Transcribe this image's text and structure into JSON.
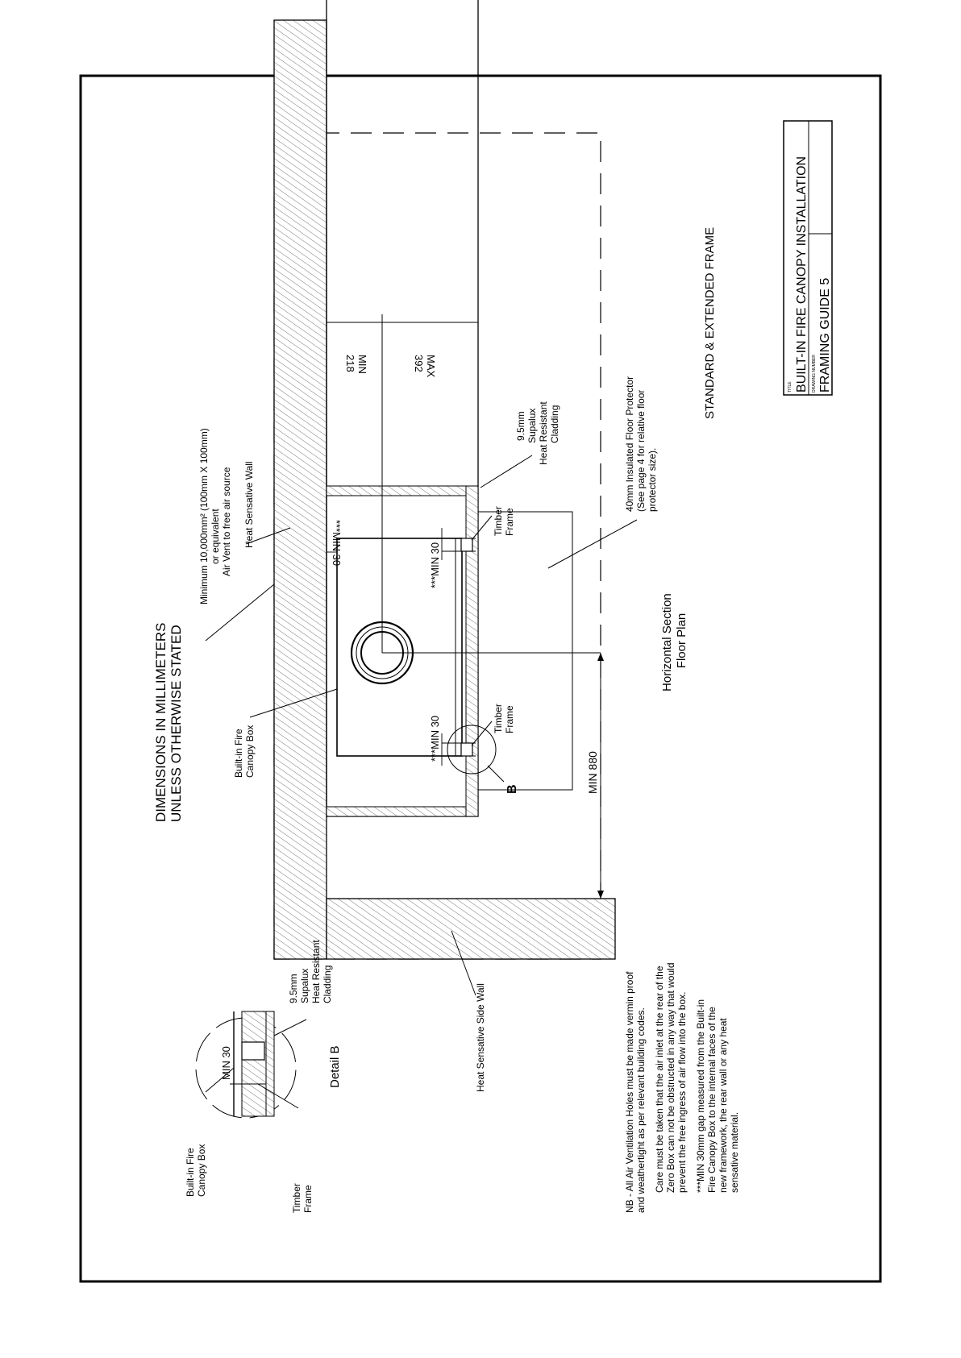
{
  "header": {
    "title": [
      "DIMENSIONS IN MILLIMETERS",
      "UNLESS OTHERWISE STATED"
    ]
  },
  "view": {
    "name": [
      "Horizontal Section",
      "Floor Plan"
    ],
    "frame_type": "STANDARD & EXTENDED FRAME"
  },
  "labels": {
    "canopy_box": [
      "Built-in Fire",
      "Canopy Box"
    ],
    "air_vent": [
      "Minimum 10,000mm² (100mm X 100mm)",
      "or equivalent",
      "Air Vent to free air source"
    ],
    "heat_wall": "Heat Sensative Wall",
    "timber_frame": [
      "Timber",
      "Frame"
    ],
    "cladding": [
      "9.5mm",
      "Supalux",
      "Heat Resistant",
      "Cladding"
    ],
    "floor_protector": [
      "40mm Insulated Floor Protector",
      "(See page 4 for relative floor",
      "protector size)."
    ],
    "side_wall": "Heat Sensative Side Wall",
    "detail_marker": "B"
  },
  "dimensions": {
    "min30_starred": "***MIN 30",
    "min30": "MIN 30",
    "min880": "MIN  880",
    "d218": [
      "218",
      "MIN"
    ],
    "d392": [
      "392",
      "MAX"
    ]
  },
  "detail_b": {
    "title": "Detail B",
    "canopy_box": [
      "Built-in Fire",
      "Canopy Box"
    ],
    "timber_frame": [
      "Timber",
      "Frame"
    ],
    "cladding": [
      "9.5mm",
      "Supalux",
      "Heat Resistant",
      "Cladding"
    ],
    "min30": "MIN 30"
  },
  "notes": [
    [
      "NB - All Air Ventilation Holes must be made vermin proof",
      "       and weathertight as per relevant building codes."
    ],
    [
      "Care must be taken that the air inlet at the rear of the",
      "Zero Box can not be obstructed in any way that would",
      "prevent the free ingress of air flow into the box."
    ],
    [
      "***MIN 30mm gap measured from the Built-in",
      "  Fire Canopy Box to the internal faces of the",
      "  new framework, the rear wall or any heat",
      "  sensative material."
    ]
  ],
  "title_block": {
    "title_caption": "TITLE",
    "title": "BUILT-IN FIRE CANOPY INSTALLATION",
    "drawing_number_caption": "DRAWING NUMBER",
    "drawing_number": "FRAMING GUIDE 5"
  }
}
